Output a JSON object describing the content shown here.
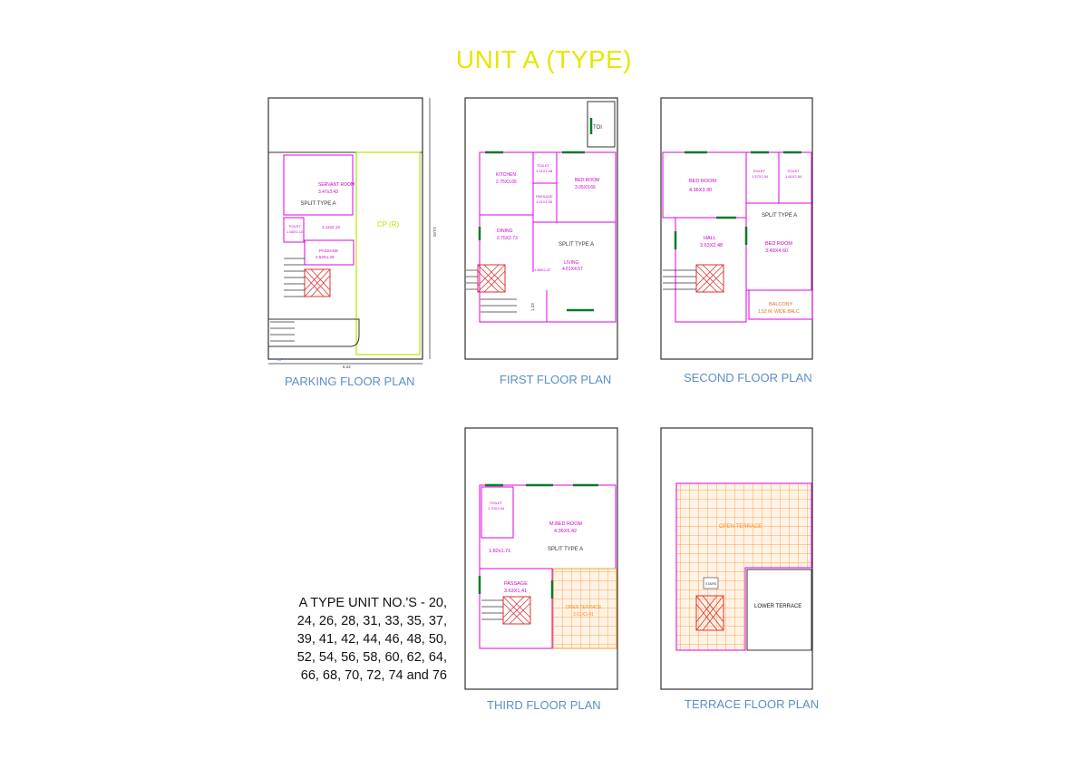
{
  "title": "UNIT A (TYPE)",
  "plans": {
    "parking": {
      "label": "PARKING FLOOR PLAN",
      "rooms": {
        "servant_room": "SERVANT ROOM",
        "servant_dim": "3.47x3.43",
        "split": "SPLIT TYPE A",
        "toilet": "TOILET",
        "toilet_dim": "1.58X1.10",
        "nook_dim": "1.12x2.13",
        "passage": "PASSAGE",
        "passage_dim": "2.63X1.25",
        "cp": "CP (R)",
        "width_dim": "8.22",
        "height_dim": "14.01",
        "up": "UP"
      }
    },
    "first": {
      "label": "FIRST FLOOR PLAN",
      "rooms": {
        "toi": "TOI",
        "kitchen": "KITCHEN",
        "kitchen_dim": "2.75X3.65",
        "toilet": "TOILET",
        "toilet_dim": "1.21X1.48",
        "passage": "PASSAGE",
        "passage_dim": "1.21X1.95",
        "bed": "BED ROOM",
        "bed_dim": "3.05X3.66",
        "dining": "DINING",
        "dining_dim": "2.75X2.73",
        "split": "SPLIT TYPE A",
        "living": "LIVING",
        "living_dim": "4.61X4.57",
        "small_dim": "1.58X2.22",
        "side_dim": "1.23"
      }
    },
    "second": {
      "label": "SECOND FLOOR PLAN",
      "rooms": {
        "bed1": "BED ROOM",
        "bed1_dim": "4.36X3.30",
        "toilet1": "TOILET",
        "toilet1_dim": "1.57X2.54",
        "toilet2": "TOILET",
        "toilet2_dim": "1.81X2.54",
        "split": "SPLIT TYPE A",
        "hall": "HALL",
        "hall_dim": "3.63X2.48",
        "bed2": "BED ROOM",
        "bed2_dim": "3.49X4.60",
        "balcony": "BALCONY",
        "balcony_dim": "1.52 M. WIDE BALC"
      }
    },
    "third": {
      "label": "THIRD FLOOR PLAN",
      "rooms": {
        "toilet": "TOILET",
        "toilet_dim": "1.70X2.54",
        "mbed": "M.BED ROOM",
        "mbed_dim": "4.36X5.42",
        "nook_dim": "1.82x1.71",
        "split": "SPLIT TYPE A",
        "passage": "PASSAGE",
        "passage_dim": "3.63X1.41",
        "terrace": "OPEN TERRACE",
        "terrace_dim": "3.61X3.41"
      }
    },
    "terrace": {
      "label": "TERRACE FLOOR PLAN",
      "rooms": {
        "open_terrace": "OPEN TERRACE",
        "stairs": "STAIRS",
        "lower_terrace": "LOWER TERRACE"
      }
    }
  },
  "unit_numbers_lines": [
    "A TYPE UNIT NO.'S - 20,",
    "24, 26, 28, 31, 33, 35, 37,",
    "39, 41, 42, 44, 46, 48, 50,",
    "52, 54, 56, 58, 60, 62, 64,",
    "66, 68, 70, 72, 74 and 76"
  ],
  "colors": {
    "title": "#e6e600",
    "plan_label": "#5b8fc9",
    "wall": "#333333",
    "room_line": "#e000e0",
    "room_text": "#cc00cc",
    "cp_line": "#b8e600",
    "window": "#0a7a2a",
    "stair_hatch": "#e03030",
    "terrace_grid": "#ffb366"
  }
}
